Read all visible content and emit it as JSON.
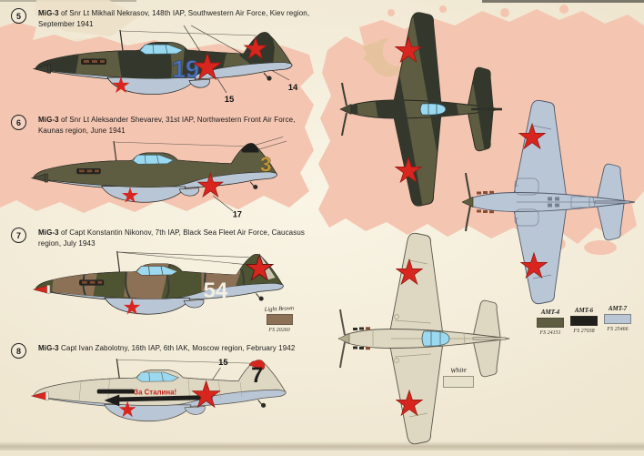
{
  "palette": {
    "paper": "#efe7d3",
    "map_pink": "#f4c5b1",
    "star_red": "#d8261f",
    "amt4_olive": "#5e5d41",
    "amt6_black": "#211f1c",
    "amt7_blue_grey": "#b9c6d6",
    "camo_dark_green": "#34382c",
    "camo_light_brown": "#8d7156",
    "winter_white": "#ded8c2",
    "canopy_blue": "#97d7ef"
  },
  "profiles": [
    {
      "num": "5",
      "name": "MiG-3",
      "desc": " of Snr Lt Mikhail Nekrasov, 148th IAP, Southwestern Air Force, Kiev region, September 1941",
      "tactical": "19",
      "decal_a": "14",
      "decal_b": "15"
    },
    {
      "num": "6",
      "name": "MiG-3",
      "desc": " of Snr Lt Aleksander Shevarev, 31st IAP, Northwestern Front Air Force, Kaunas region, June 1941",
      "tactical": "3",
      "decal_a": "17"
    },
    {
      "num": "7",
      "name": "MiG-3",
      "desc": " of Capt Konstantin Nikonov, 7th IAP, Black Sea Fleet Air Force, Caucasus region, July 1943",
      "tactical": "54"
    },
    {
      "num": "8",
      "name": "MiG-3",
      "desc": " Capt Ivan Zabolotny, 16th IAP, 6th IAK, Moscow region, February 1942",
      "tactical": "7",
      "decal_a": "15",
      "slogan": "За Сталина!"
    }
  ],
  "legend": {
    "light_brown": {
      "label": "Light Brown",
      "fs": "FS 20260",
      "color": "#8d7156"
    },
    "white": {
      "label": "White",
      "color": "#e6e1cb"
    },
    "amt": [
      {
        "label": "AMT-4",
        "fs": "FS 24151",
        "color": "#5e5d41"
      },
      {
        "label": "AMT-6",
        "fs": "FS 27038",
        "color": "#211f1c"
      },
      {
        "label": "AMT-7",
        "fs": "FS 25466",
        "color": "#b9c6d6"
      }
    ]
  }
}
